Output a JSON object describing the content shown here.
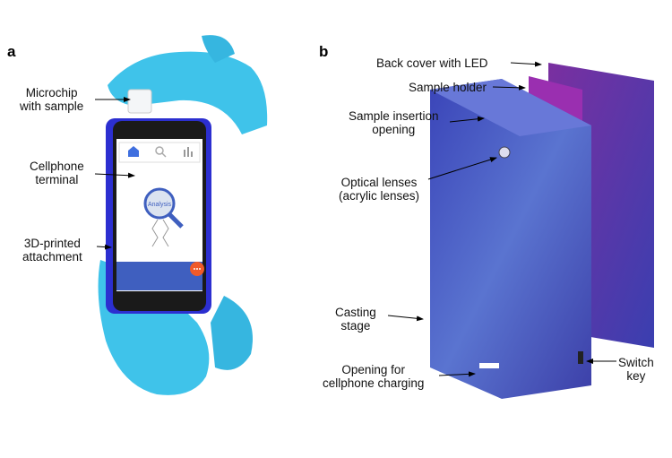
{
  "panels": {
    "a": {
      "letter": "a",
      "labels": {
        "microchip": [
          "Microchip",
          "with sample"
        ],
        "terminal": [
          "Cellphone",
          "terminal"
        ],
        "attachment": [
          "3D-printed",
          "attachment"
        ]
      },
      "phone_app": {
        "icons": [
          "home-icon",
          "search-icon",
          "bar-chart-icon",
          "more-icon"
        ],
        "logo_text": "Analysis"
      }
    },
    "b": {
      "letter": "b",
      "labels": {
        "back_cover": "Back cover with LED",
        "sample_holder": "Sample holder",
        "insertion": [
          "Sample insertion",
          "opening"
        ],
        "lenses": [
          "Optical lenses",
          "(acrylic lenses)"
        ],
        "casting": [
          "Casting",
          "stage"
        ],
        "charging": [
          "Opening for",
          "cellphone charging"
        ],
        "switch": [
          "Switch",
          "key"
        ]
      }
    }
  },
  "colors": {
    "glove": "#3fc3ea",
    "attachment": "#2c2fd0",
    "device": "#4450c0",
    "holder": "#9a2fb0",
    "cover": "#6a3aa8",
    "app_accent": "#3f5fbf",
    "fab": "#f05a28"
  }
}
